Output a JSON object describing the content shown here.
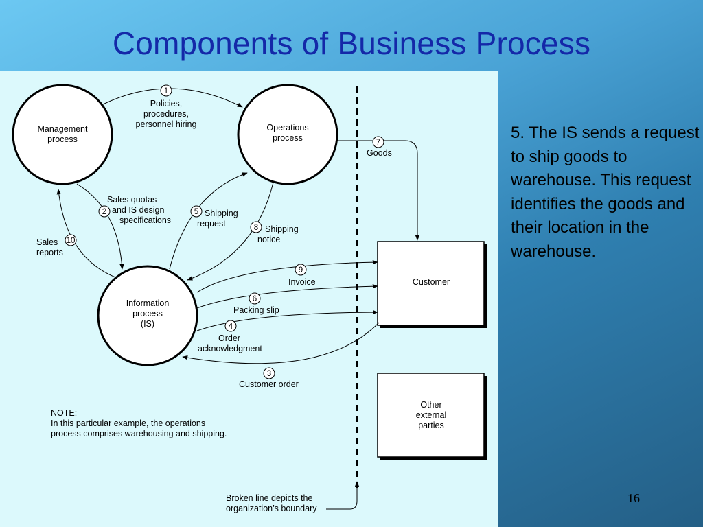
{
  "title": "Components of Business Process",
  "side_text": "5. The IS sends a request to ship goods to warehouse. This request identifies the goods and their location in the warehouse.",
  "page_number": "16",
  "nodes": {
    "management": [
      "Management",
      "process"
    ],
    "operations": [
      "Operations",
      "process"
    ],
    "information": [
      "Information",
      "process",
      "(IS)"
    ],
    "customer": "Customer",
    "other": [
      "Other",
      "external",
      "parties"
    ]
  },
  "flows": [
    {
      "num": "1",
      "label": [
        "Policies,",
        "procedures,",
        "personnel hiring"
      ]
    },
    {
      "num": "2",
      "label": [
        "Sales quotas",
        "and IS design",
        "specifications"
      ]
    },
    {
      "num": "3",
      "label": [
        "Customer order"
      ]
    },
    {
      "num": "4",
      "label": [
        "Order",
        "acknowledgment"
      ]
    },
    {
      "num": "5",
      "label": [
        "Shipping",
        "request"
      ]
    },
    {
      "num": "6",
      "label": [
        "Packing slip"
      ]
    },
    {
      "num": "7",
      "label": [
        "Goods"
      ]
    },
    {
      "num": "8",
      "label": [
        "Shipping",
        "notice"
      ]
    },
    {
      "num": "9",
      "label": [
        "Invoice"
      ]
    },
    {
      "num": "10",
      "label": [
        "Sales",
        "reports"
      ]
    }
  ],
  "note": [
    "NOTE:",
    "In this particular example, the operations",
    "process comprises warehousing and shipping."
  ],
  "boundary_note": [
    "Broken line depicts the",
    "organization’s boundary"
  ]
}
